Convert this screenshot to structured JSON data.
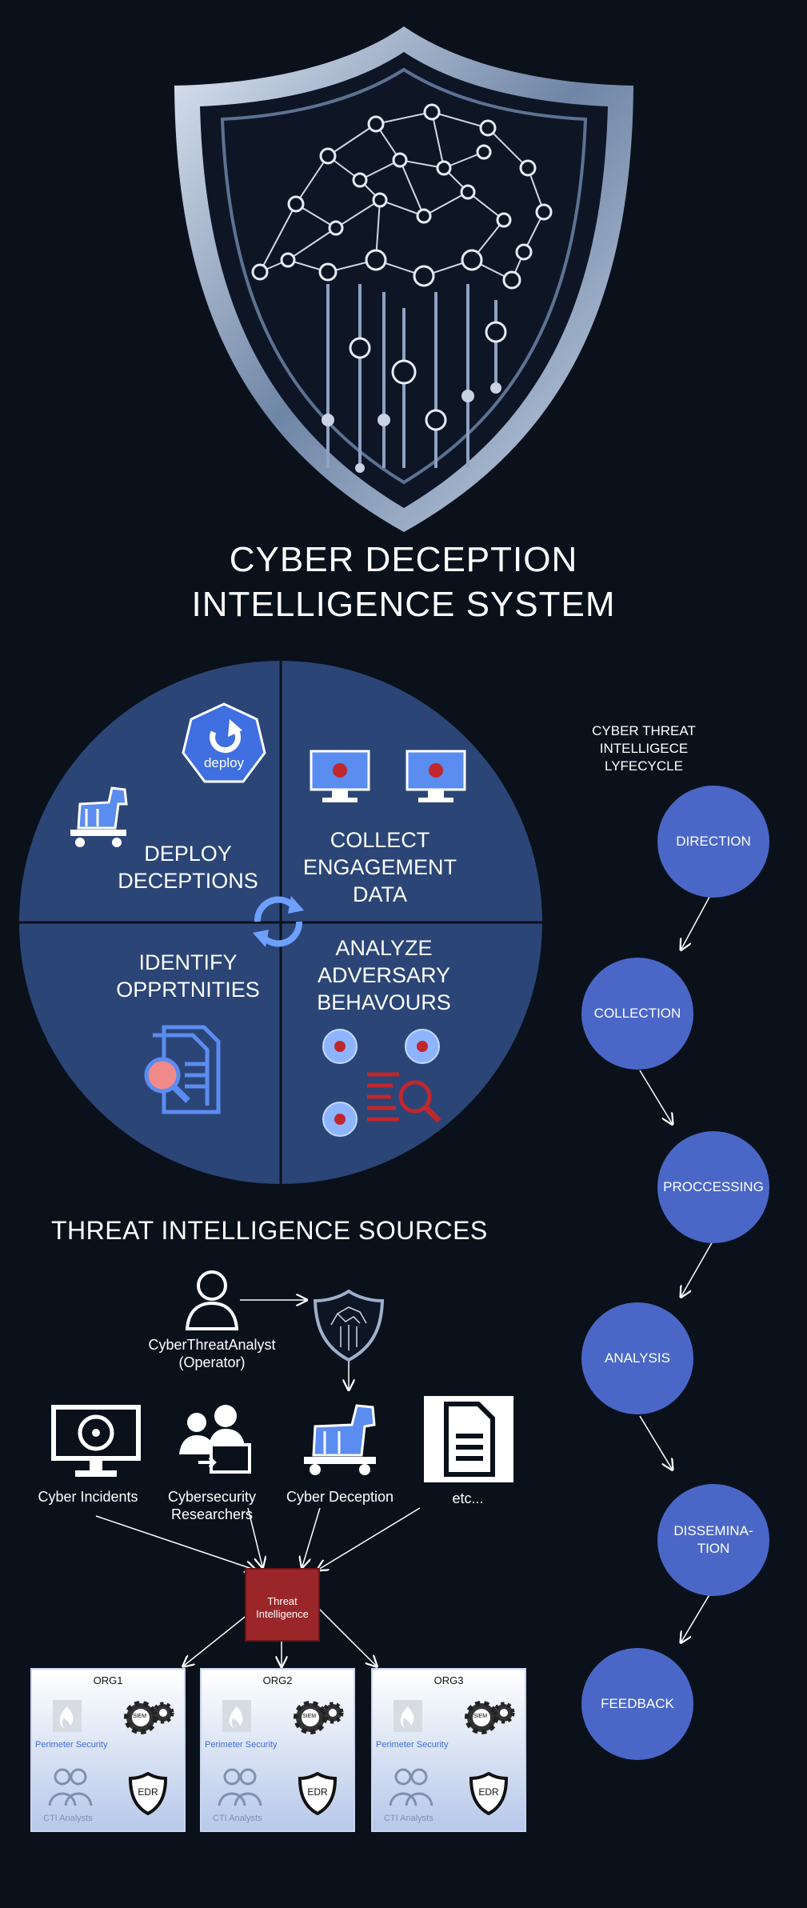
{
  "title": {
    "line1": "CYBER DECEPTION",
    "line2": "INTELLIGENCE SYSTEM"
  },
  "cycle": {
    "deploy_badge": "deploy",
    "deploy_label": [
      "DEPLOY",
      "DECEPTIONS"
    ],
    "collect_label": [
      "COLLECT",
      "ENGAGEMENT",
      "DATA"
    ],
    "identify_label": [
      "IDENTIFY",
      "OPPRTNITIES"
    ],
    "analyze_label": [
      "ANALYZE",
      "ADVERSARY",
      "BEHAVOURS"
    ]
  },
  "lifecycle": {
    "title": [
      "CYBER THREAT",
      "INTELLIGECE LYFECYCLE"
    ],
    "stages": [
      "DIRECTION",
      "COLLECTION",
      "PROCCESSING",
      "ANALYSIS",
      "DISSEMINA-\nTION",
      "FEEDBACK"
    ]
  },
  "sources": {
    "title": "THREAT INTELLIGENCE SOURCES",
    "analyst": [
      "CyberThreatAnalyst",
      "(Operator)"
    ],
    "items": [
      "Cyber Incidents",
      "Cybersecurity\nResearchers",
      "Cyber Deception",
      "etc..."
    ],
    "hub": [
      "Threat",
      "Intelligence"
    ]
  },
  "orgs": [
    {
      "name": "ORG1",
      "perimeter": "Perimeter Security",
      "siem": "SIEM",
      "edr": "EDR",
      "cti": "CTI Analysts"
    },
    {
      "name": "ORG2",
      "perimeter": "Perimeter Security",
      "siem": "SIEM",
      "edr": "EDR",
      "cti": "CTI Analysts"
    },
    {
      "name": "ORG3",
      "perimeter": "Perimeter Security",
      "siem": "SIEM",
      "edr": "EDR",
      "cti": "CTI Analysts"
    }
  ],
  "colors": {
    "background": "#0b111b",
    "quadrant": "#2b4577",
    "lifecycle_node": "#4a67c8",
    "ti_hub": "#9a2629",
    "accent": "#5b8cf0"
  }
}
